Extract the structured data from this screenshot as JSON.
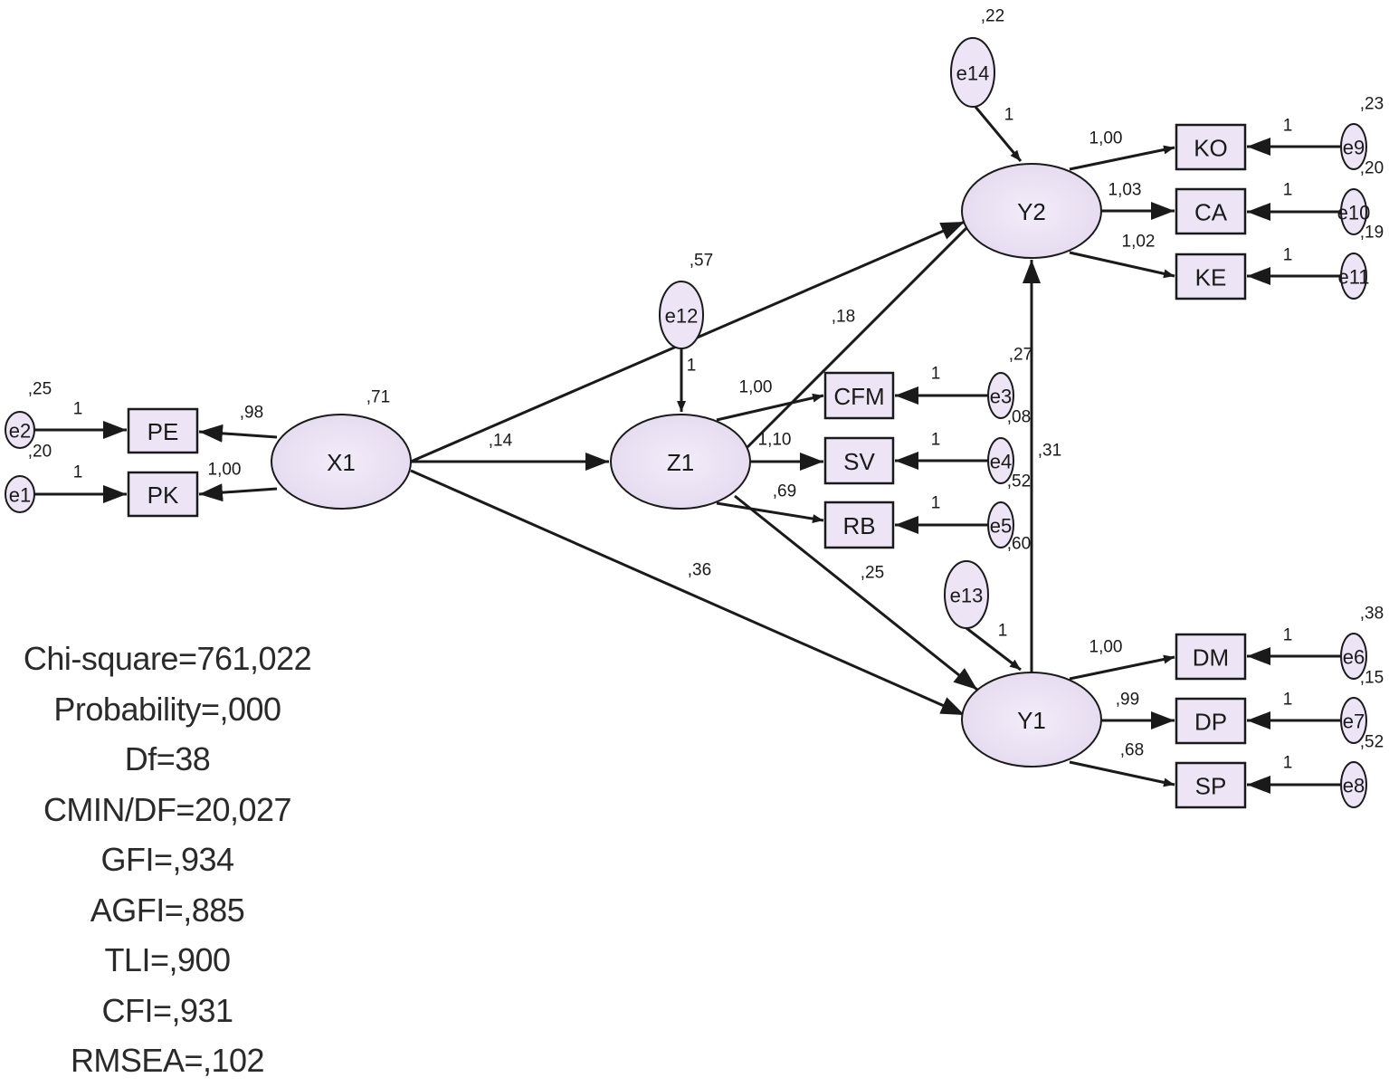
{
  "latent": [
    {
      "id": "X1",
      "label": "X1",
      "variance": ",71"
    },
    {
      "id": "Z1",
      "label": "Z1",
      "variance": ""
    },
    {
      "id": "Y2",
      "label": "Y2",
      "variance": ""
    },
    {
      "id": "Y1",
      "label": "Y1",
      "variance": ""
    }
  ],
  "observed": [
    {
      "id": "PE",
      "label": "PE"
    },
    {
      "id": "PK",
      "label": "PK"
    },
    {
      "id": "CFM",
      "label": "CFM"
    },
    {
      "id": "SV",
      "label": "SV"
    },
    {
      "id": "RB",
      "label": "RB"
    },
    {
      "id": "KO",
      "label": "KO"
    },
    {
      "id": "CA",
      "label": "CA"
    },
    {
      "id": "KE",
      "label": "KE"
    },
    {
      "id": "DM",
      "label": "DM"
    },
    {
      "id": "DP",
      "label": "DP"
    },
    {
      "id": "SP",
      "label": "SP"
    }
  ],
  "errors": [
    {
      "id": "e2",
      "label": "e2",
      "variance": ",25"
    },
    {
      "id": "e1",
      "label": "e1",
      "variance": ",20"
    },
    {
      "id": "e14",
      "label": "e14",
      "variance": ",22"
    },
    {
      "id": "e12",
      "label": "e12",
      "variance": ",57"
    },
    {
      "id": "e13",
      "label": "e13",
      "variance": ""
    },
    {
      "id": "e9",
      "label": "e9",
      "variance": ",23"
    },
    {
      "id": "e10",
      "label": "e10",
      "variance": ",20"
    },
    {
      "id": "e11",
      "label": "e11",
      "variance": ",19"
    },
    {
      "id": "e3",
      "label": "e3",
      "variance": ",08"
    },
    {
      "id": "e4",
      "label": "e4",
      "variance": ",52"
    },
    {
      "id": "e5",
      "label": "e5",
      "variance": ",60"
    },
    {
      "id": "e6",
      "label": "e6",
      "variance": ",38"
    },
    {
      "id": "e7",
      "label": "e7",
      "variance": ",15"
    },
    {
      "id": "e8",
      "label": "e8",
      "variance": ",52"
    }
  ],
  "paths": [
    {
      "from": "X1",
      "to": "PE",
      "label": ",98"
    },
    {
      "from": "X1",
      "to": "PK",
      "label": "1,00"
    },
    {
      "from": "e2",
      "to": "PE",
      "label": "1"
    },
    {
      "from": "e1",
      "to": "PK",
      "label": "1"
    },
    {
      "from": "X1",
      "to": "Z1",
      "label": ",14"
    },
    {
      "from": "X1",
      "to": "Y2",
      "label": ""
    },
    {
      "from": "X1",
      "to": "Y1",
      "label": ",36"
    },
    {
      "from": "e12",
      "to": "Z1",
      "label": "1"
    },
    {
      "from": "Z1",
      "to": "CFM",
      "label": "1,00"
    },
    {
      "from": "Z1",
      "to": "SV",
      "label": "1,10"
    },
    {
      "from": "Z1",
      "to": "RB",
      "label": ",69"
    },
    {
      "from": "Z1",
      "to": "Y2",
      "label": ",18"
    },
    {
      "from": "Z1",
      "to": "Y1",
      "label": ",25"
    },
    {
      "from": "e3",
      "to": "CFM",
      "label": "1"
    },
    {
      "from": "e4",
      "to": "SV",
      "label": "1"
    },
    {
      "from": "e5",
      "to": "RB",
      "label": "1"
    },
    {
      "from": "e14",
      "to": "Y2",
      "label": "1"
    },
    {
      "from": "e13",
      "to": "Y1",
      "label": "1"
    },
    {
      "from": "Y1",
      "to": "Y2",
      "label": ",31"
    },
    {
      "from": "Y2",
      "to": "KO",
      "label": "1,00"
    },
    {
      "from": "Y2",
      "to": "CA",
      "label": "1,03"
    },
    {
      "from": "Y2",
      "to": "KE",
      "label": "1,02"
    },
    {
      "from": "e9",
      "to": "KO",
      "label": "1"
    },
    {
      "from": "e10",
      "to": "CA",
      "label": "1"
    },
    {
      "from": "e11",
      "to": "KE",
      "label": "1"
    },
    {
      "from": "Y1",
      "to": "DM",
      "label": "1,00"
    },
    {
      "from": "Y1",
      "to": "DP",
      "label": ",99"
    },
    {
      "from": "Y1",
      "to": "SP",
      "label": ",68"
    },
    {
      "from": "e6",
      "to": "DM",
      "label": "1"
    },
    {
      "from": "e7",
      "to": "DP",
      "label": "1"
    },
    {
      "from": "e8",
      "to": "SP",
      "label": "1"
    }
  ],
  "extra_labels": [
    ",27"
  ],
  "fit_stats": [
    "Chi-square=761,022",
    "Probability=,000",
    "Df=38",
    "CMIN/DF=20,027",
    "GFI=,934",
    "AGFI=,885",
    "TLI=,900",
    "CFI=,931",
    "RMSEA=,102"
  ],
  "colors": {
    "node_fill": "#ede4f5",
    "node_fill_center": "#f3ecf9",
    "stroke": "#1a1a1a"
  }
}
